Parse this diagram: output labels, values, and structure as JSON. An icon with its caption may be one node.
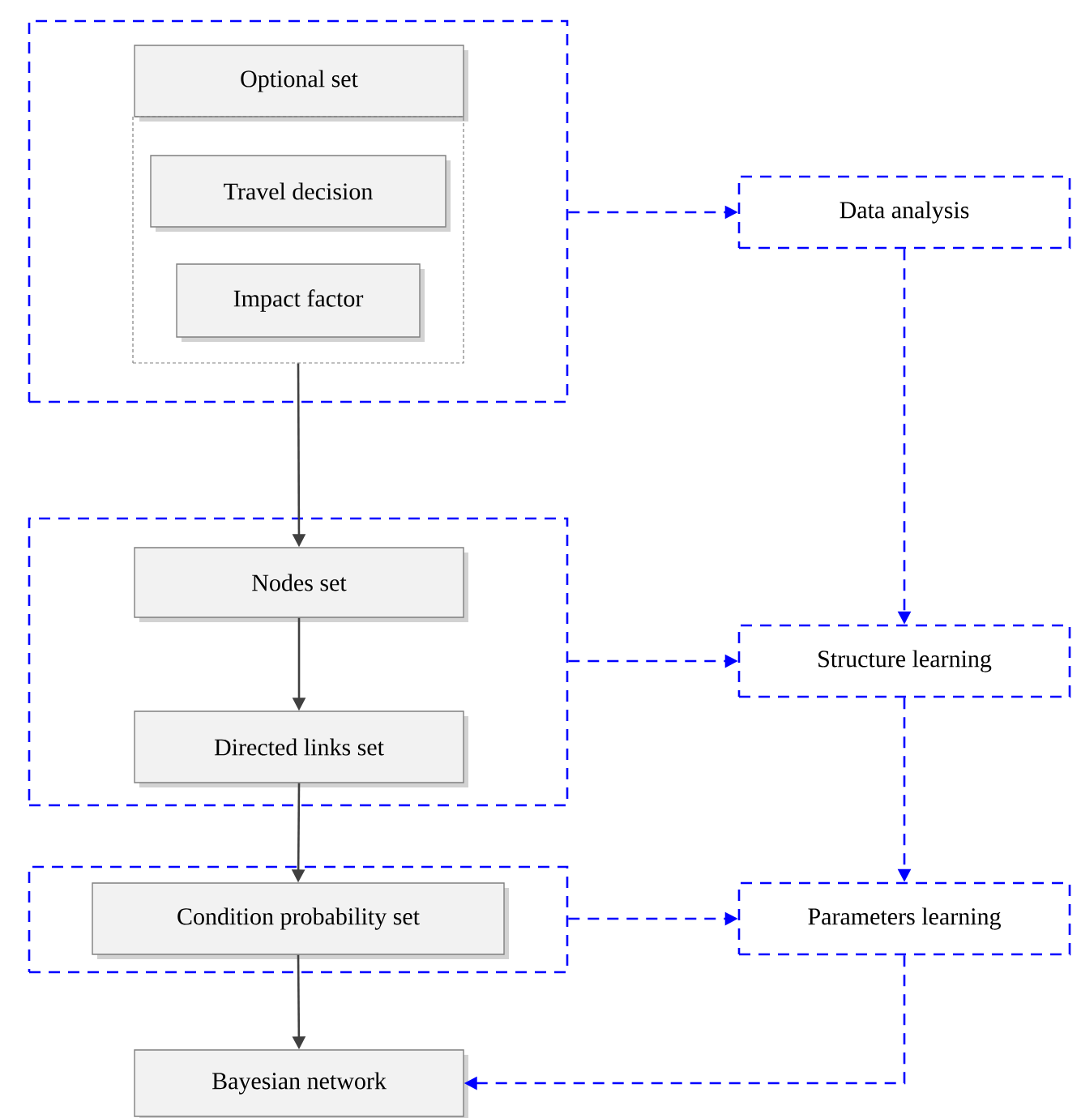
{
  "diagram": {
    "nodes": [
      {
        "text": [],
        "shape": "box"
      },
      {
        "text": [
          "Optional set"
        ],
        "in": 0
      },
      {
        "text": [],
        "shape": "box",
        "in": 0
      },
      {
        "text": [
          "Travel decision"
        ],
        "in": 2
      },
      {
        "text": [
          "Impact factor"
        ],
        "in": 2
      },
      {
        "text": [],
        "shape": "box"
      },
      {
        "text": [
          "Nodes set"
        ],
        "in": 5
      },
      {
        "text": [
          "Directed links set"
        ],
        "in": 5
      },
      {
        "text": [],
        "shape": "box"
      },
      {
        "text": [
          "Condition probability set"
        ],
        "in": 8
      },
      {
        "text": [
          "Bayesian network"
        ]
      },
      {
        "text": [
          "Data analysis"
        ]
      },
      {
        "text": [
          "Structure learning"
        ]
      },
      {
        "text": [
          "Parameters learning"
        ]
      }
    ],
    "edges": [
      {
        "from": 2,
        "to": 6,
        "arrow": "to",
        "color": "#404040"
      },
      {
        "from": 6,
        "to": 7,
        "arrow": "to",
        "color": "#404040"
      },
      {
        "from": 7,
        "to": 9,
        "arrow": "to",
        "color": "#404040"
      },
      {
        "from": 9,
        "to": 10,
        "arrow": "to",
        "color": "#404040"
      },
      {
        "from": 0,
        "to": 11,
        "arrow": "to",
        "style": "dashed",
        "color": "#0000ff"
      },
      {
        "from": 11,
        "to": 12,
        "arrow": "to",
        "style": "dashed",
        "color": "#0000ff"
      },
      {
        "from": 5,
        "to": 12,
        "arrow": "to",
        "style": "dashed",
        "color": "#0000ff"
      },
      {
        "from": 12,
        "to": 13,
        "arrow": "to",
        "style": "dashed",
        "color": "#0000ff"
      },
      {
        "from": 8,
        "to": 13,
        "arrow": "to",
        "style": "dashed",
        "color": "#0000ff"
      },
      {
        "from": 13,
        "to": 10,
        "arrow": "to",
        "style": "dashed",
        "color": "#0000ff"
      }
    ]
  }
}
